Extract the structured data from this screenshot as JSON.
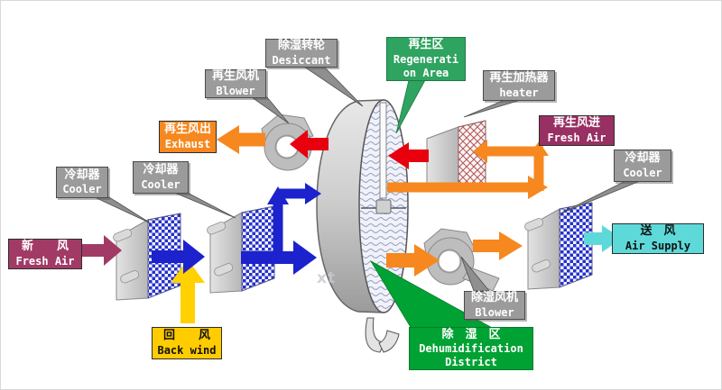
{
  "diagram_title": "rotary-desiccant-dehumidification-system",
  "labels": {
    "desiccant": {
      "zh": "除湿转轮",
      "en": "Desiccant"
    },
    "regen_blower": {
      "zh": "再生风机",
      "en": "Blower"
    },
    "exhaust": {
      "zh": "再生风出",
      "en": "Exhaust"
    },
    "cooler_left": {
      "zh": "冷却器",
      "en": "Cooler"
    },
    "cooler_mid": {
      "zh": "冷却器",
      "en": "Cooler"
    },
    "cooler_right": {
      "zh": "冷却器",
      "en": "Cooler"
    },
    "regen_area": {
      "zh": "再生区",
      "en_line1": "Regenerati",
      "en_line2": "on Area"
    },
    "heater": {
      "zh": "再生加热器",
      "en": "heater"
    },
    "regen_fresh": {
      "zh": "再生风进",
      "en": "Fresh Air"
    },
    "fresh_air": {
      "zh": "新　　风",
      "en": "Fresh Air"
    },
    "back_wind": {
      "zh": "回　　风",
      "en": "Back wind"
    },
    "air_supply": {
      "zh": "送　风",
      "en": "Air Supply"
    },
    "dehumid_blower": {
      "zh": "除湿风机",
      "en": "Blower"
    },
    "dehumid_area": {
      "zh": "除　湿　区",
      "en_line1": "Dehumidification",
      "en_line2": "District"
    }
  },
  "watermark": "xt",
  "colors": {
    "gray_label": "#9b9b9b",
    "orange_arrow": "#f6881f",
    "red_arrow": "#e8000f",
    "blue_arrow": "#1c22cc",
    "yellow_arrow": "#ffd100",
    "yellow_label": "#ffcc00",
    "magenta_arrow": "#a23a66",
    "purple_label": "#983063",
    "cyan_color": "#5ed9d9",
    "green_regen_area": "#2fa360",
    "green_dehumid_area": "#00a233"
  }
}
